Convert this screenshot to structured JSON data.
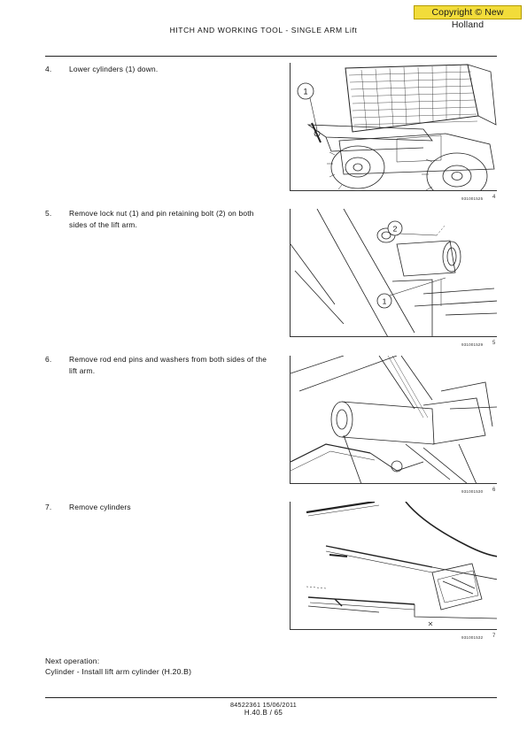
{
  "copyright": "Copyright © New Holland",
  "header_title": "HITCH AND WORKING TOOL - SINGLE ARM Lift",
  "steps": [
    {
      "number": "4.",
      "text": "Lower cylinders (1) down.",
      "figure_code": "931001525",
      "figure_number": "4",
      "callouts": [
        "1"
      ]
    },
    {
      "number": "5.",
      "text": "Remove lock nut (1) and pin retaining bolt (2) on both sides of the lift arm.",
      "figure_code": "931001529",
      "figure_number": "5",
      "callouts": [
        "2",
        "1"
      ]
    },
    {
      "number": "6.",
      "text": "Remove rod end pins and washers from both sides of the lift arm.",
      "figure_code": "931001530",
      "figure_number": "6",
      "callouts": []
    },
    {
      "number": "7.",
      "text": "Remove cylinders",
      "figure_code": "931001532",
      "figure_number": "7",
      "callouts": []
    }
  ],
  "next_operation": {
    "heading": "Next operation:",
    "text": "Cylinder - Install lift arm cylinder (H.20.B)"
  },
  "footer": {
    "doc_ref": "84522361 15/06/2011",
    "page": "H.40.B / 65"
  }
}
